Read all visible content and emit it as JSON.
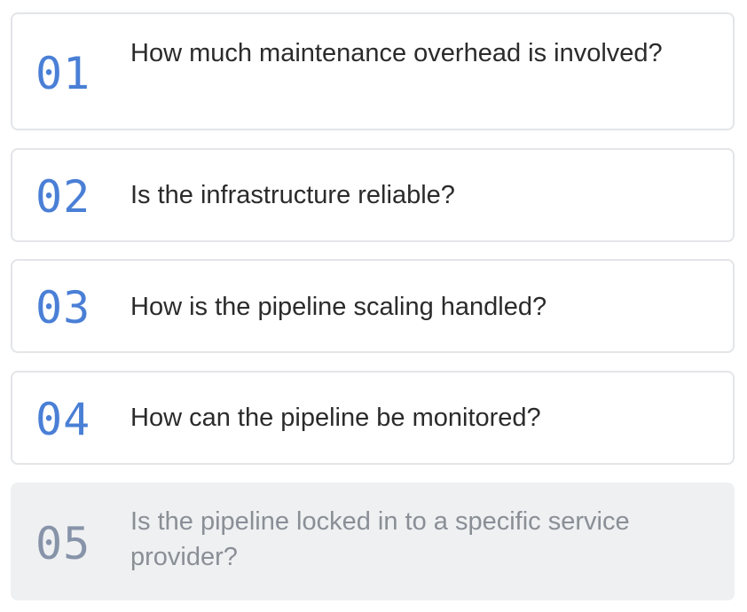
{
  "items": [
    {
      "number": "01",
      "text": "How much maintenance overhead is involved?"
    },
    {
      "number": "02",
      "text": "Is the infrastructure reliable?"
    },
    {
      "number": "03",
      "text": "How is the pipeline scaling handled?"
    },
    {
      "number": "04",
      "text": "How can the pipeline be monitored?"
    },
    {
      "number": "05",
      "text": "Is the pipeline locked in to a specific service provider?"
    }
  ]
}
